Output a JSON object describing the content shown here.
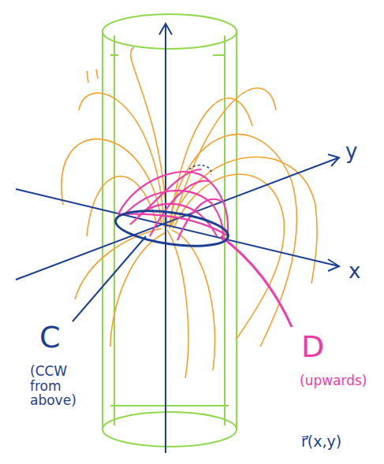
{
  "diagram": {
    "labels": [
      "y",
      "x",
      "C",
      "(CCW from above)",
      "D",
      "(upwards)",
      "r⃗(x,y)"
    ]
  }
}
